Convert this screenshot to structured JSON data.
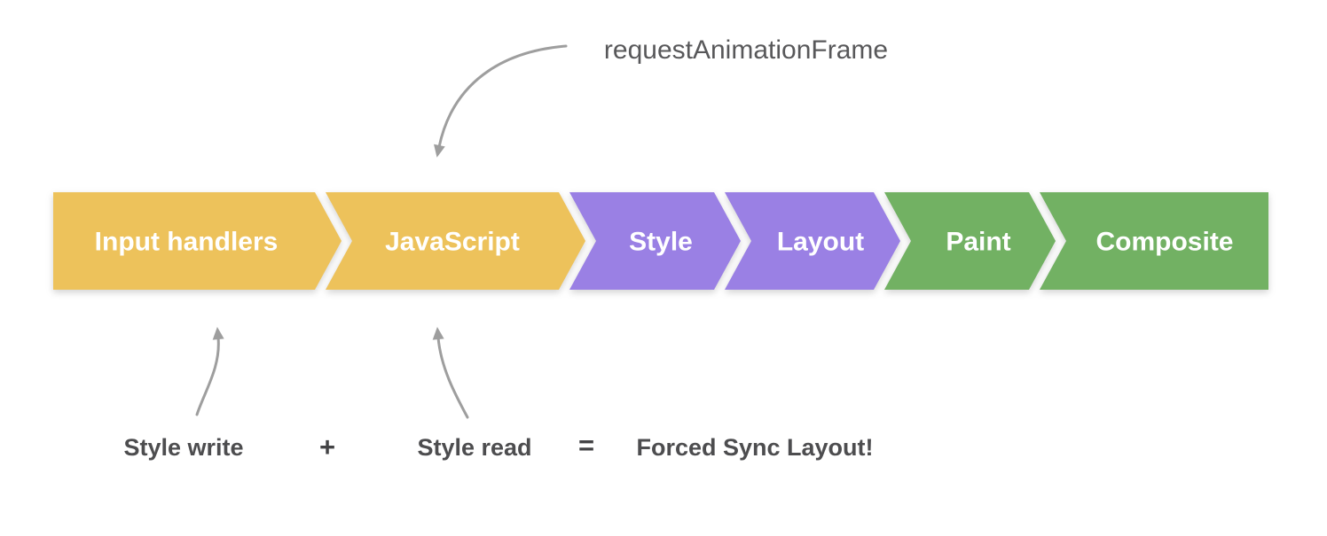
{
  "colors": {
    "background": "#FFFFFF",
    "yellow_stage": "#EDC25B",
    "purple_stage": "#9A80E4",
    "green_stage": "#72B163",
    "stage_label_text": "#FFFFFF",
    "arrow": "#9E9E9E",
    "annotation_text": "#58585A"
  },
  "pipeline": {
    "stages": [
      {
        "label": "Input handlers",
        "color": "#EDC25B"
      },
      {
        "label": "JavaScript",
        "color": "#EDC25B"
      },
      {
        "label": "Style",
        "color": "#9A80E4"
      },
      {
        "label": "Layout",
        "color": "#9A80E4"
      },
      {
        "label": "Paint",
        "color": "#72B163"
      },
      {
        "label": "Composite",
        "color": "#72B163"
      }
    ]
  },
  "annotations": {
    "raf_label": "requestAnimationFrame",
    "style_write": "Style write",
    "plus": "+",
    "style_read": "Style read",
    "equals": "=",
    "result": "Forced Sync Layout!"
  }
}
